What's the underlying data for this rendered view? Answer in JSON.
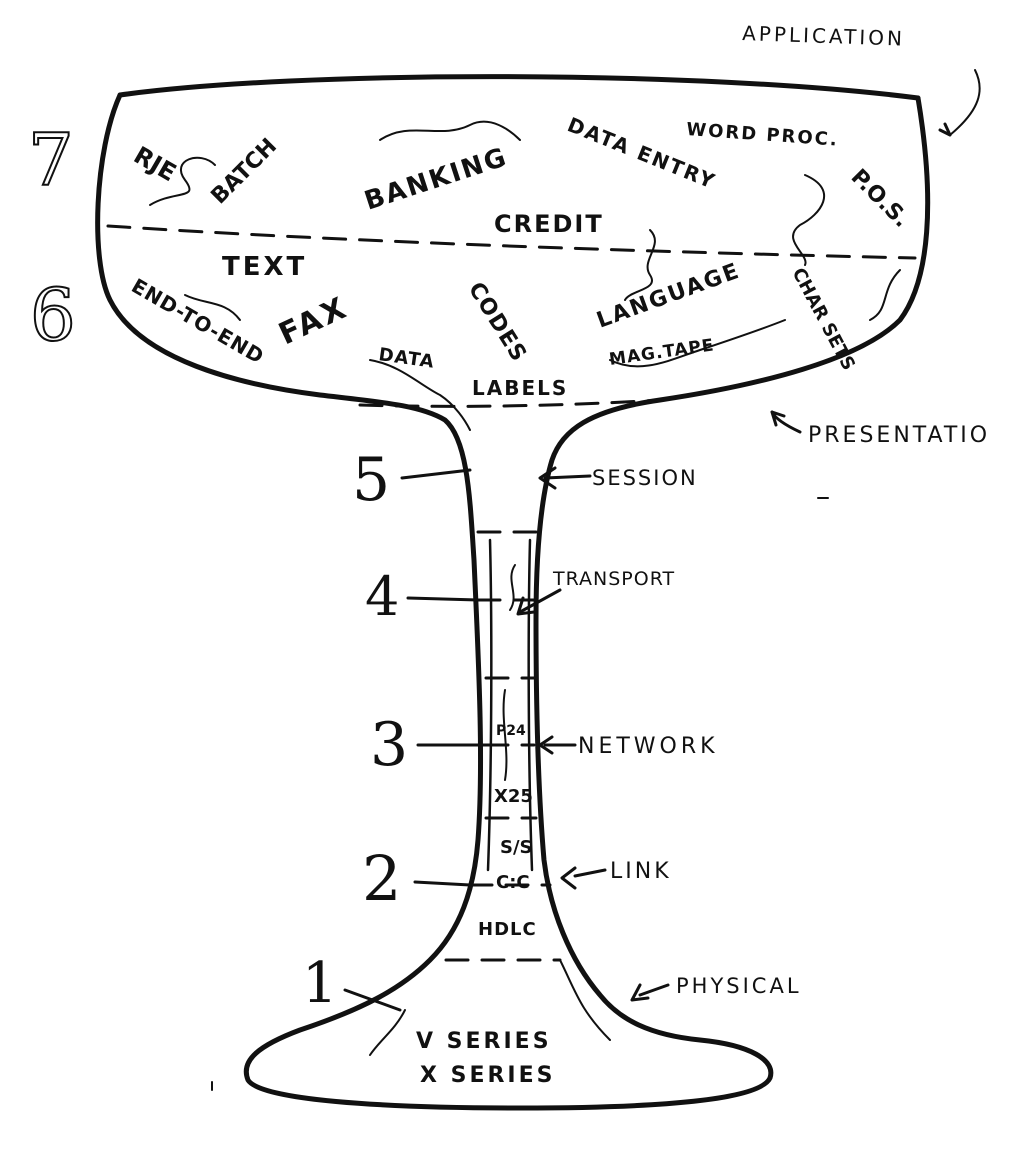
{
  "diagram": {
    "layer_labels": {
      "application": "APPLICATION",
      "presentation": "PRESENTATIO",
      "session": "SESSION",
      "transport": "TRANSPORT",
      "network": "NETWORK",
      "link": "LINK",
      "physical": "PHYSICAL"
    },
    "layer_numbers": {
      "seven": "7",
      "six": "6",
      "five": "5",
      "four": "4",
      "three": "3",
      "two": "2",
      "one": "1"
    },
    "application_items": {
      "rje": "RJE",
      "batch": "BATCH",
      "banking": "BANKING",
      "data_entry": "DATA ENTRY",
      "word_proc": "WORD PROC.",
      "pos": "P.O.S.",
      "credit": "CREDIT"
    },
    "presentation_items": {
      "text": "TEXT",
      "end_to_end": "END-TO-END",
      "fax": "FAX",
      "codes": "CODES",
      "language": "LANGUAGE",
      "char_sets": "CHAR SETS",
      "data": "DATA",
      "mag_tape": "MAG.TAPE",
      "labels": "LABELS"
    },
    "network_items": {
      "p24": "P24",
      "x25": "X25"
    },
    "link_items": {
      "ss": "S/S",
      "cc": "C:C",
      "hdlc": "HDLC"
    },
    "physical_items": {
      "v_series": "V SERIES",
      "x_series": "X SERIES"
    }
  }
}
